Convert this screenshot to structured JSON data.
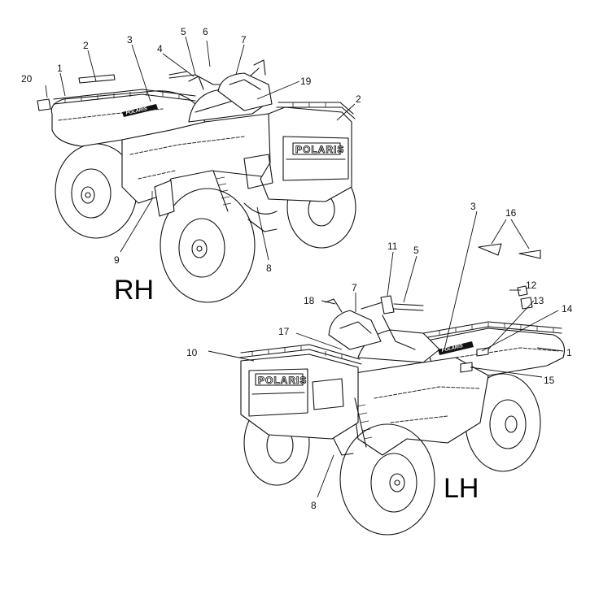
{
  "side_labels": {
    "rh": "RH",
    "lh": "LH"
  },
  "logo_text": "POLARIS",
  "rh_callouts": [
    "20",
    "1",
    "2",
    "3",
    "4",
    "5",
    "6",
    "7",
    "19",
    "2",
    "9",
    "8"
  ],
  "lh_callouts": [
    "3",
    "16",
    "11",
    "5",
    "12",
    "13",
    "14",
    "18",
    "7",
    "17",
    "10",
    "1",
    "15",
    "8"
  ]
}
